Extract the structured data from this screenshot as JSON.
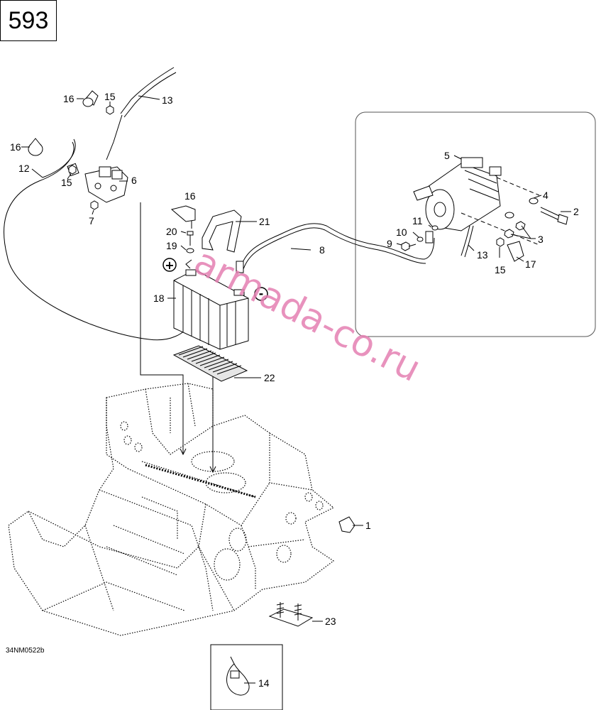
{
  "page": {
    "number": "593",
    "drawing_code": "34NM0522b",
    "watermark": "armada-co.ru"
  },
  "symbols": {
    "positive": "+",
    "negative": "-"
  },
  "callouts": {
    "c1": "1",
    "c2": "2",
    "c3": "3",
    "c4": "4",
    "c5": "5",
    "c6": "6",
    "c7": "7",
    "c8": "8",
    "c9": "9",
    "c10": "10",
    "c11": "11",
    "c12": "12",
    "c13a": "13",
    "c13b": "13",
    "c14": "14",
    "c15a": "15",
    "c15b": "15",
    "c15c": "15",
    "c16a": "16",
    "c16b": "16",
    "c16c": "16",
    "c17": "17",
    "c18": "18",
    "c19": "19",
    "c20": "20",
    "c21": "21",
    "c22": "22",
    "c23": "23"
  },
  "colors": {
    "line": "#000000",
    "watermark": "#e57fb2",
    "inset_border": "#555555"
  }
}
